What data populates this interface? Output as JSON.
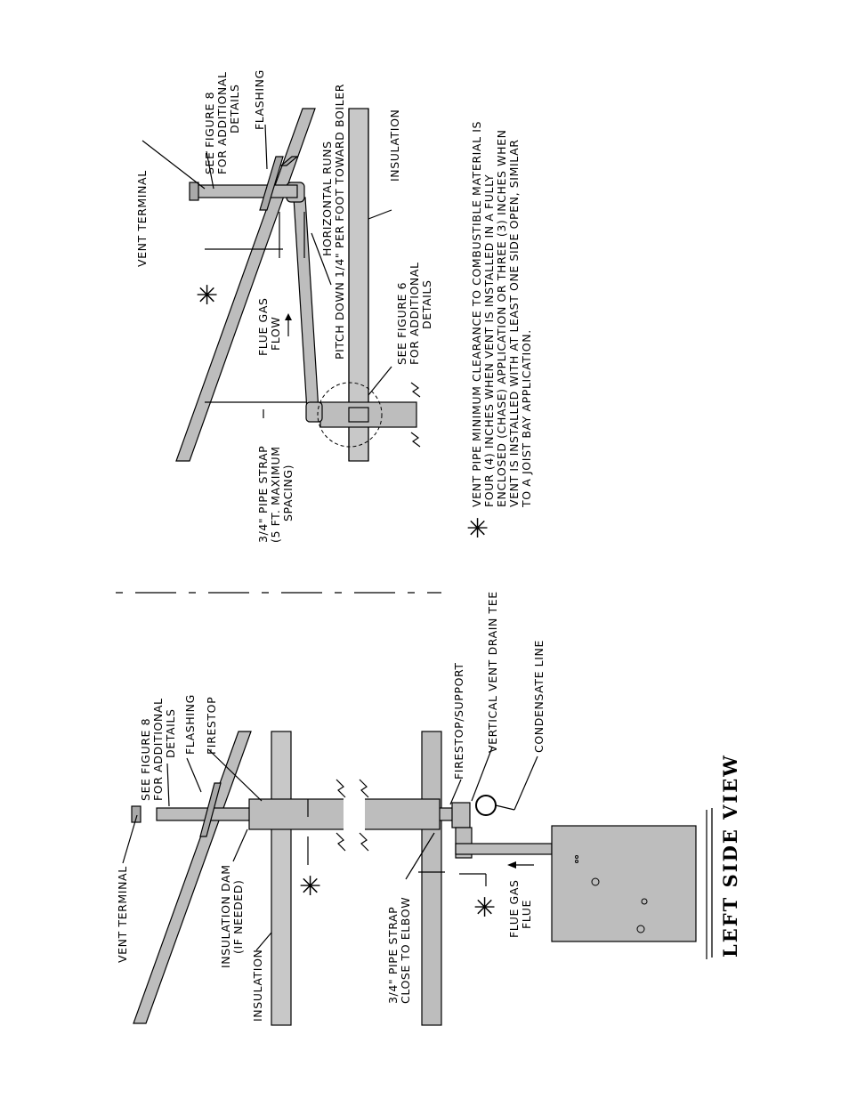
{
  "upper_figure": {
    "vent_terminal": "VENT TERMINAL",
    "see_figure_8": [
      "SEE FIGURE 8",
      "FOR ADDITIONAL",
      "DETAILS"
    ],
    "flashing": "FLASHING",
    "horizontal_runs": [
      "HORIZONTAL RUNS",
      "PITCH DOWN 1/4\" PER FOOT TOWARD BOILER"
    ],
    "insulation": "INSULATION",
    "flue_gas_flow": [
      "FLUE GAS",
      "FLOW"
    ],
    "see_figure_6": [
      "SEE FIGURE 6",
      "FOR ADDITIONAL",
      "DETAILS"
    ],
    "pipe_strap": [
      "3/4\" PIPE STRAP",
      "(5 FT. MAXIMUM",
      "SPACING)"
    ]
  },
  "note": {
    "symbol": "✳",
    "lines": [
      "VENT PIPE MINIMUM CLEARANCE TO COMBUSTIBLE MATERIAL IS",
      "FOUR (4) INCHES WHEN VENT IS INSTALLED IN A FULLY",
      "ENCLOSED (CHASE) APPLICATION OR THREE (3) INCHES WHEN",
      "VENT IS INSTALLED WITH AT LEAST ONE SIDE OPEN, SIMILAR",
      "TO A JOIST BAY APPLICATION."
    ]
  },
  "lower_figure": {
    "vent_terminal": "VENT TERMINAL",
    "see_figure_8": [
      "SEE FIGURE 8",
      "FOR ADDITIONAL",
      "DETAILS"
    ],
    "flashing": "FLASHING",
    "firestop": "FIRESTOP",
    "insulation_dam": [
      "INSULATION DAM",
      "(IF NEEDED)"
    ],
    "insulation": "INSULATION",
    "pipe_strap": [
      "3/4\" PIPE STRAP",
      "CLOSE TO ELBOW"
    ],
    "firestop_support": "FIRESTOP/SUPPORT",
    "vertical_vent_drain_tee": "VERTICAL VENT DRAIN TEE",
    "condensate_line": "CONDENSATE LINE",
    "flue_gas_flue": [
      "FLUE GAS",
      "FLUE"
    ],
    "view_title": "LEFT SIDE VIEW"
  }
}
